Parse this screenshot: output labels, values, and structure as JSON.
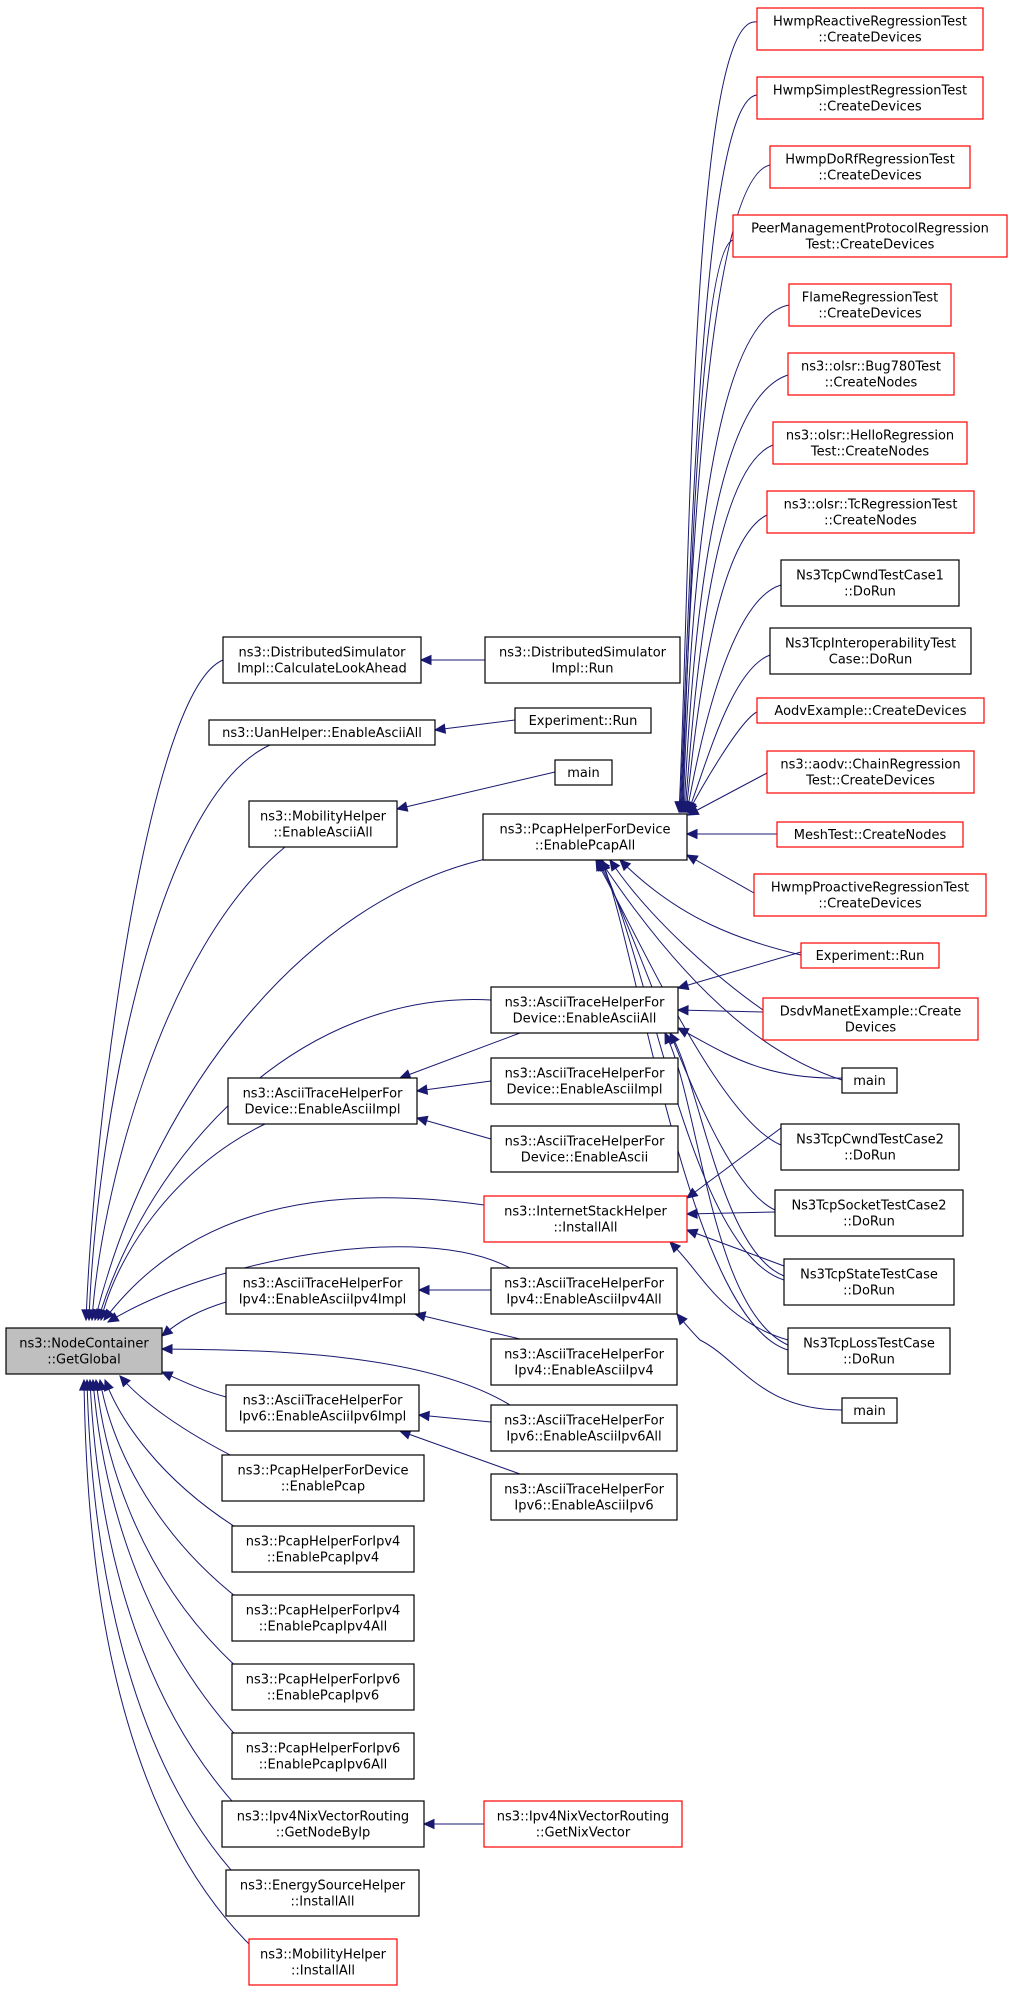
{
  "colors": {
    "edge": "#191970",
    "box_border_default": "#000000",
    "box_border_red": "#ff0000",
    "box_fill_root": "#bfbfbf",
    "box_fill_default": "#ffffff"
  },
  "graph": {
    "root": "ns3::NodeContainer::GetGlobal",
    "nodes": [
      {
        "id": "root",
        "lines": [
          "ns3::NodeContainer",
          "::GetGlobal"
        ],
        "style": "root"
      },
      {
        "id": "ds_calc",
        "lines": [
          "ns3::DistributedSimulator",
          "Impl::CalculateLookAhead"
        ],
        "style": "normal"
      },
      {
        "id": "ds_run",
        "lines": [
          "ns3::DistributedSimulator",
          "Impl::Run"
        ],
        "style": "normal"
      },
      {
        "id": "uan",
        "lines": [
          "ns3::UanHelper::EnableAsciiAll"
        ],
        "style": "normal"
      },
      {
        "id": "exp_run1",
        "lines": [
          "Experiment::Run"
        ],
        "style": "normal"
      },
      {
        "id": "mob_ascii",
        "lines": [
          "ns3::MobilityHelper",
          "::EnableAsciiAll"
        ],
        "style": "normal"
      },
      {
        "id": "main1",
        "lines": [
          "main"
        ],
        "style": "normal"
      },
      {
        "id": "pcap_all",
        "lines": [
          "ns3::PcapHelperForDevice",
          "::EnablePcapAll"
        ],
        "style": "normal"
      },
      {
        "id": "ascii_dev_all",
        "lines": [
          "ns3::AsciiTraceHelperFor",
          "Device::EnableAsciiAll"
        ],
        "style": "normal"
      },
      {
        "id": "ascii_dev_impl_l",
        "lines": [
          "ns3::AsciiTraceHelperFor",
          "Device::EnableAsciiImpl"
        ],
        "style": "normal"
      },
      {
        "id": "ascii_dev_impl_r",
        "lines": [
          "ns3::AsciiTraceHelperFor",
          "Device::EnableAsciiImpl"
        ],
        "style": "normal"
      },
      {
        "id": "ascii_dev",
        "lines": [
          "ns3::AsciiTraceHelperFor",
          "Device::EnableAscii"
        ],
        "style": "normal"
      },
      {
        "id": "inet_stack",
        "lines": [
          "ns3::InternetStackHelper",
          "::InstallAll"
        ],
        "style": "red"
      },
      {
        "id": "ascii_v4_impl",
        "lines": [
          "ns3::AsciiTraceHelperFor",
          "Ipv4::EnableAsciiIpv4Impl"
        ],
        "style": "normal"
      },
      {
        "id": "ascii_v4_all",
        "lines": [
          "ns3::AsciiTraceHelperFor",
          "Ipv4::EnableAsciiIpv4All"
        ],
        "style": "normal"
      },
      {
        "id": "ascii_v4",
        "lines": [
          "ns3::AsciiTraceHelperFor",
          "Ipv4::EnableAsciiIpv4"
        ],
        "style": "normal"
      },
      {
        "id": "main3",
        "lines": [
          "main"
        ],
        "style": "normal"
      },
      {
        "id": "ascii_v6_impl",
        "lines": [
          "ns3::AsciiTraceHelperFor",
          "Ipv6::EnableAsciiIpv6Impl"
        ],
        "style": "normal"
      },
      {
        "id": "ascii_v6_all",
        "lines": [
          "ns3::AsciiTraceHelperFor",
          "Ipv6::EnableAsciiIpv6All"
        ],
        "style": "normal"
      },
      {
        "id": "ascii_v6",
        "lines": [
          "ns3::AsciiTraceHelperFor",
          "Ipv6::EnableAsciiIpv6"
        ],
        "style": "normal"
      },
      {
        "id": "pcap_dev",
        "lines": [
          "ns3::PcapHelperForDevice",
          "::EnablePcap"
        ],
        "style": "normal"
      },
      {
        "id": "pcap_v4",
        "lines": [
          "ns3::PcapHelperForIpv4",
          "::EnablePcapIpv4"
        ],
        "style": "normal"
      },
      {
        "id": "pcap_v4_all",
        "lines": [
          "ns3::PcapHelperForIpv4",
          "::EnablePcapIpv4All"
        ],
        "style": "normal"
      },
      {
        "id": "pcap_v6",
        "lines": [
          "ns3::PcapHelperForIpv6",
          "::EnablePcapIpv6"
        ],
        "style": "normal"
      },
      {
        "id": "pcap_v6_all",
        "lines": [
          "ns3::PcapHelperForIpv6",
          "::EnablePcapIpv6All"
        ],
        "style": "normal"
      },
      {
        "id": "nix_getnode",
        "lines": [
          "ns3::Ipv4NixVectorRouting",
          "::GetNodeByIp"
        ],
        "style": "normal"
      },
      {
        "id": "nix_getvec",
        "lines": [
          "ns3::Ipv4NixVectorRouting",
          "::GetNixVector"
        ],
        "style": "red"
      },
      {
        "id": "energy",
        "lines": [
          "ns3::EnergySourceHelper",
          "::InstallAll"
        ],
        "style": "normal"
      },
      {
        "id": "mob_install",
        "lines": [
          "ns3::MobilityHelper",
          "::InstallAll"
        ],
        "style": "red"
      },
      {
        "id": "hwmp_reactive",
        "lines": [
          "HwmpReactiveRegressionTest",
          "::CreateDevices"
        ],
        "style": "red"
      },
      {
        "id": "hwmp_simplest",
        "lines": [
          "HwmpSimplestRegressionTest",
          "::CreateDevices"
        ],
        "style": "red"
      },
      {
        "id": "hwmp_dorf",
        "lines": [
          "HwmpDoRfRegressionTest",
          "::CreateDevices"
        ],
        "style": "red"
      },
      {
        "id": "peer_mgmt",
        "lines": [
          "PeerManagementProtocolRegression",
          "Test::CreateDevices"
        ],
        "style": "red"
      },
      {
        "id": "flame",
        "lines": [
          "FlameRegressionTest",
          "::CreateDevices"
        ],
        "style": "red"
      },
      {
        "id": "olsr_bug",
        "lines": [
          "ns3::olsr::Bug780Test",
          "::CreateNodes"
        ],
        "style": "red"
      },
      {
        "id": "olsr_hello",
        "lines": [
          "ns3::olsr::HelloRegression",
          "Test::CreateNodes"
        ],
        "style": "red"
      },
      {
        "id": "olsr_tc",
        "lines": [
          "ns3::olsr::TcRegressionTest",
          "::CreateNodes"
        ],
        "style": "red"
      },
      {
        "id": "tcp_cwnd1",
        "lines": [
          "Ns3TcpCwndTestCase1",
          "::DoRun"
        ],
        "style": "normal"
      },
      {
        "id": "tcp_interop",
        "lines": [
          "Ns3TcpInteroperabilityTest",
          "Case::DoRun"
        ],
        "style": "normal"
      },
      {
        "id": "aodv_ex",
        "lines": [
          "AodvExample::CreateDevices"
        ],
        "style": "red"
      },
      {
        "id": "aodv_chain",
        "lines": [
          "ns3::aodv::ChainRegression",
          "Test::CreateDevices"
        ],
        "style": "red"
      },
      {
        "id": "mesh_test",
        "lines": [
          "MeshTest::CreateNodes"
        ],
        "style": "red"
      },
      {
        "id": "hwmp_proactive",
        "lines": [
          "HwmpProactiveRegressionTest",
          "::CreateDevices"
        ],
        "style": "red"
      },
      {
        "id": "exp_run2",
        "lines": [
          "Experiment::Run"
        ],
        "style": "red"
      },
      {
        "id": "dsdv",
        "lines": [
          "DsdvManetExample::Create",
          "Devices"
        ],
        "style": "red"
      },
      {
        "id": "main2",
        "lines": [
          "main"
        ],
        "style": "normal"
      },
      {
        "id": "tcp_cwnd2",
        "lines": [
          "Ns3TcpCwndTestCase2",
          "::DoRun"
        ],
        "style": "normal"
      },
      {
        "id": "tcp_socket2",
        "lines": [
          "Ns3TcpSocketTestCase2",
          "::DoRun"
        ],
        "style": "normal"
      },
      {
        "id": "tcp_state",
        "lines": [
          "Ns3TcpStateTestCase",
          "::DoRun"
        ],
        "style": "normal"
      },
      {
        "id": "tcp_loss",
        "lines": [
          "Ns3TcpLossTestCase",
          "::DoRun"
        ],
        "style": "normal"
      }
    ],
    "edges": [
      [
        "ds_calc",
        "root"
      ],
      [
        "uan",
        "root"
      ],
      [
        "mob_ascii",
        "root"
      ],
      [
        "pcap_all",
        "root"
      ],
      [
        "ascii_dev_all",
        "root"
      ],
      [
        "ascii_dev_impl_l",
        "root"
      ],
      [
        "inet_stack",
        "root"
      ],
      [
        "ascii_v4_all",
        "root"
      ],
      [
        "ascii_v4_impl",
        "root"
      ],
      [
        "ascii_v6_all",
        "root"
      ],
      [
        "ascii_v6_impl",
        "root"
      ],
      [
        "pcap_dev",
        "root"
      ],
      [
        "pcap_v4",
        "root"
      ],
      [
        "pcap_v4_all",
        "root"
      ],
      [
        "pcap_v6",
        "root"
      ],
      [
        "pcap_v6_all",
        "root"
      ],
      [
        "nix_getnode",
        "root"
      ],
      [
        "energy",
        "root"
      ],
      [
        "mob_install",
        "root"
      ],
      [
        "ds_run",
        "ds_calc"
      ],
      [
        "exp_run1",
        "uan"
      ],
      [
        "main1",
        "mob_ascii"
      ],
      [
        "ascii_dev_all",
        "ascii_dev_impl_l"
      ],
      [
        "ascii_dev_impl_r",
        "ascii_dev_impl_l"
      ],
      [
        "ascii_dev",
        "ascii_dev_impl_l"
      ],
      [
        "ascii_v4_all",
        "ascii_v4_impl"
      ],
      [
        "ascii_v4",
        "ascii_v4_impl"
      ],
      [
        "ascii_v6_all",
        "ascii_v6_impl"
      ],
      [
        "ascii_v6",
        "ascii_v6_impl"
      ],
      [
        "nix_getvec",
        "nix_getnode"
      ],
      [
        "hwmp_reactive",
        "pcap_all"
      ],
      [
        "hwmp_simplest",
        "pcap_all"
      ],
      [
        "hwmp_dorf",
        "pcap_all"
      ],
      [
        "peer_mgmt",
        "pcap_all"
      ],
      [
        "flame",
        "pcap_all"
      ],
      [
        "olsr_bug",
        "pcap_all"
      ],
      [
        "olsr_hello",
        "pcap_all"
      ],
      [
        "olsr_tc",
        "pcap_all"
      ],
      [
        "tcp_cwnd1",
        "pcap_all"
      ],
      [
        "tcp_interop",
        "pcap_all"
      ],
      [
        "aodv_ex",
        "pcap_all"
      ],
      [
        "aodv_chain",
        "pcap_all"
      ],
      [
        "mesh_test",
        "pcap_all"
      ],
      [
        "hwmp_proactive",
        "pcap_all"
      ],
      [
        "exp_run2",
        "pcap_all"
      ],
      [
        "dsdv",
        "pcap_all"
      ],
      [
        "main2",
        "pcap_all"
      ],
      [
        "tcp_cwnd2",
        "pcap_all"
      ],
      [
        "tcp_socket2",
        "pcap_all"
      ],
      [
        "tcp_state",
        "pcap_all"
      ],
      [
        "tcp_loss",
        "pcap_all"
      ],
      [
        "exp_run2",
        "ascii_dev_all"
      ],
      [
        "dsdv",
        "ascii_dev_all"
      ],
      [
        "main2",
        "ascii_dev_all"
      ],
      [
        "tcp_state",
        "ascii_dev_all"
      ],
      [
        "tcp_loss",
        "ascii_dev_all"
      ],
      [
        "tcp_cwnd2",
        "inet_stack"
      ],
      [
        "tcp_socket2",
        "inet_stack"
      ],
      [
        "tcp_state",
        "inet_stack"
      ],
      [
        "tcp_loss",
        "inet_stack"
      ],
      [
        "main3",
        "ascii_v4_all"
      ]
    ]
  }
}
